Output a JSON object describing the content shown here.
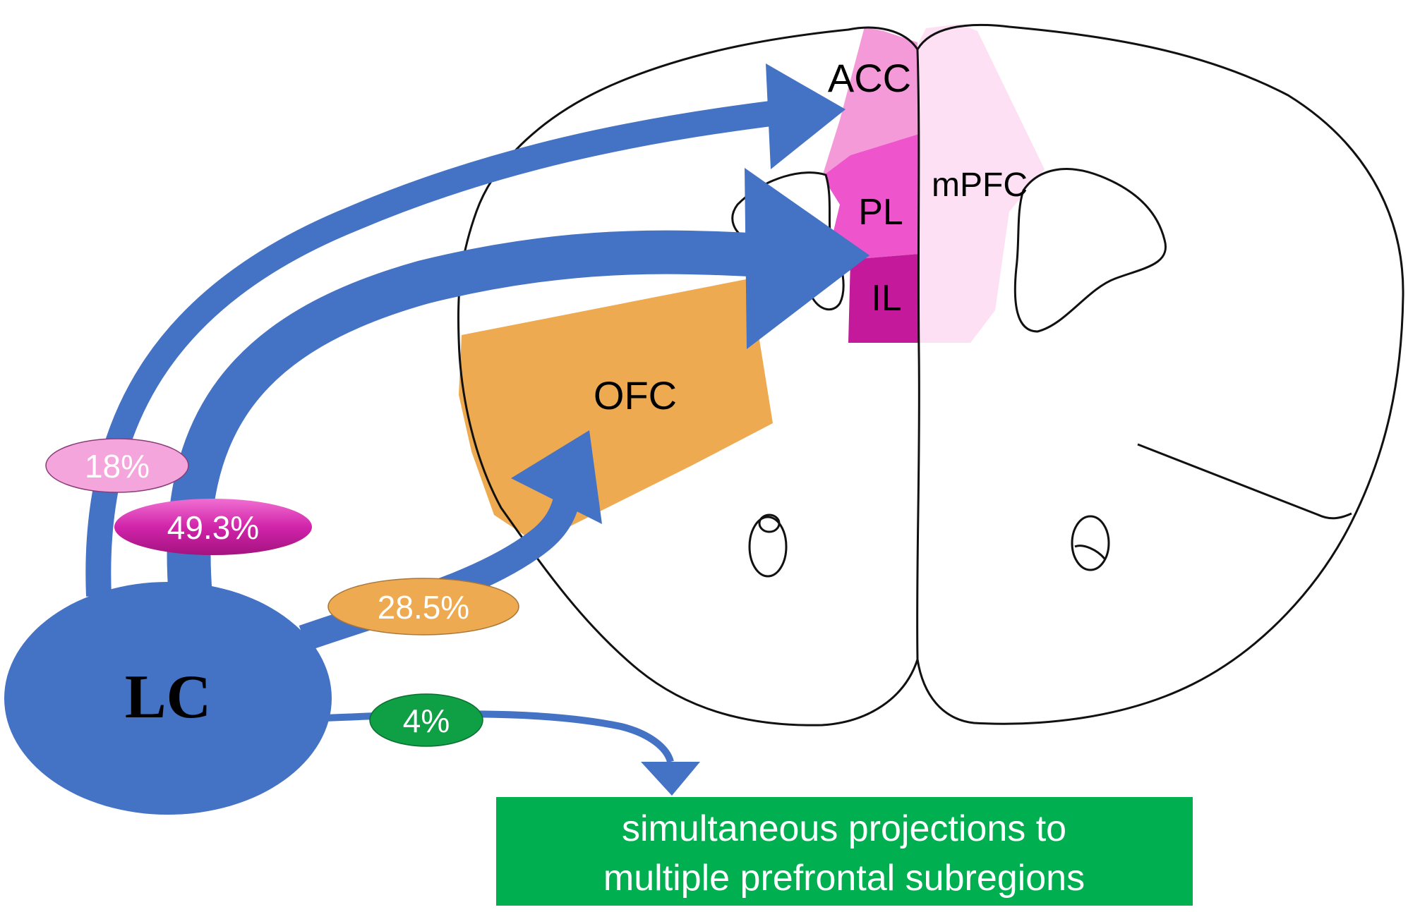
{
  "source": {
    "label": "LC"
  },
  "regions": {
    "acc": "ACC",
    "pl": "PL",
    "il": "IL",
    "mpfc": "mPFC",
    "ofc": "OFC"
  },
  "projections": [
    {
      "id": "acc",
      "percent": "18%",
      "color": "#f4a6dc"
    },
    {
      "id": "pl-il",
      "percent": "49.3%",
      "color": "#cc1fa4"
    },
    {
      "id": "ofc",
      "percent": "28.5%",
      "color": "#eeaa50"
    },
    {
      "id": "multi",
      "percent": "4%",
      "color": "#0fa046"
    }
  ],
  "note": {
    "line1": "simultaneous projections to",
    "line2": "multiple prefrontal subregions"
  },
  "colors": {
    "arrow": "#4472c4",
    "acc_fill": "#f49ad8",
    "acc_light": "#f7b3e3",
    "pl_fill": "#ee55cc",
    "il_fill": "#c3199a",
    "mpfc_fill": "#fde0f3",
    "ofc_fill": "#eeaa50",
    "note_fill": "#00b050"
  }
}
